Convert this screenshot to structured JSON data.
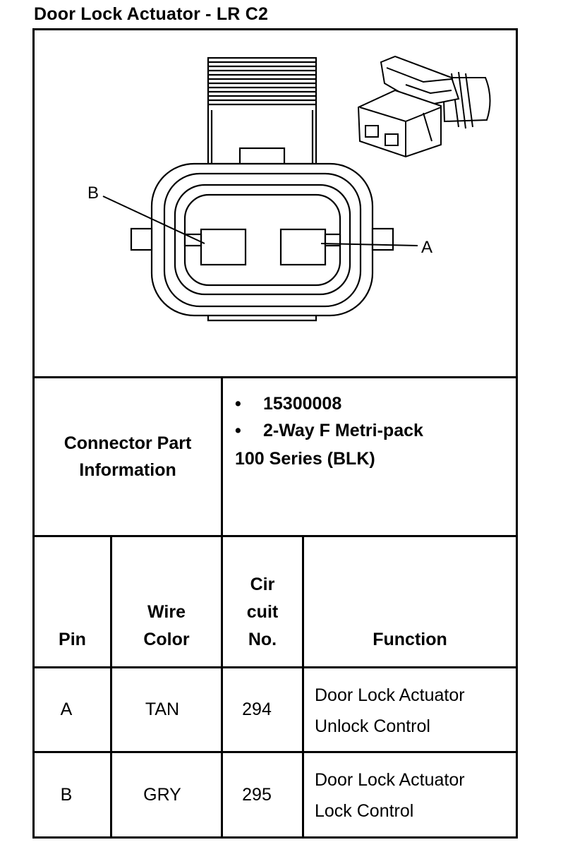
{
  "title": "Door Lock Actuator - LR C2",
  "diagram": {
    "label_b": "B",
    "label_a": "A"
  },
  "connector_info": {
    "label": "Connector Part Information",
    "bullets": [
      "15300008",
      "2-Way F Metri-pack"
    ],
    "continuation": "100 Series (BLK)"
  },
  "table": {
    "headers": {
      "pin": "Pin",
      "wire_color": "Wire Color",
      "circuit": "Cir cuit No.",
      "function": "Function"
    },
    "rows": [
      {
        "pin": "A",
        "wire_color": "TAN",
        "circuit": "294",
        "function_line1": "Door Lock Actuator",
        "function_line2": "Unlock Control"
      },
      {
        "pin": "B",
        "wire_color": "GRY",
        "circuit": "295",
        "function_line1": "Door Lock Actuator",
        "function_line2": "Lock Control"
      }
    ]
  }
}
